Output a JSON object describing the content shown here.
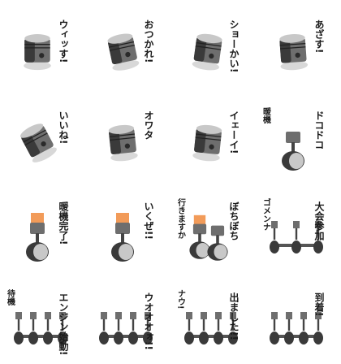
{
  "grid": {
    "rows": 4,
    "cols": 4
  },
  "stickers": [
    {
      "text": "ウィッす!",
      "subject": "piston"
    },
    {
      "text": "おつかれ!",
      "subject": "piston"
    },
    {
      "text": "ショーかい!",
      "subject": "piston"
    },
    {
      "text": "あざす!",
      "subject": "piston"
    },
    {
      "text": "いいね!",
      "subject": "piston"
    },
    {
      "text": "オワタ",
      "subject": "piston"
    },
    {
      "text": "イェーイ!",
      "subject": "piston"
    },
    {
      "text": "ドコドコ",
      "extra": "暖機",
      "subject": "piston-with-rod"
    },
    {
      "text": "暖機完了!",
      "subject": "piston-with-rod"
    },
    {
      "text": "いくぜ!!",
      "subject": "piston-with-rod"
    },
    {
      "text": "ぼちぼち",
      "extra": "行きますか",
      "subject": "piston-pair"
    },
    {
      "text": "大会参加",
      "extra": "ゴメンナ",
      "subject": "crankshaft"
    },
    {
      "text": "エンジン始動!",
      "extra": "待機",
      "subject": "crankshaft"
    },
    {
      "text": "ウオオオォ!!",
      "subject": "crankshaft"
    },
    {
      "text": "出ました!!",
      "extra": "ナウ!",
      "subject": "crankshaft"
    },
    {
      "text": "到着!",
      "subject": "crankshaft"
    }
  ],
  "colors": {
    "metal_dark": "#3a3a3a",
    "metal_mid": "#6e6e6e",
    "metal_light": "#c8c8c8",
    "hot": "#f08a3c"
  }
}
